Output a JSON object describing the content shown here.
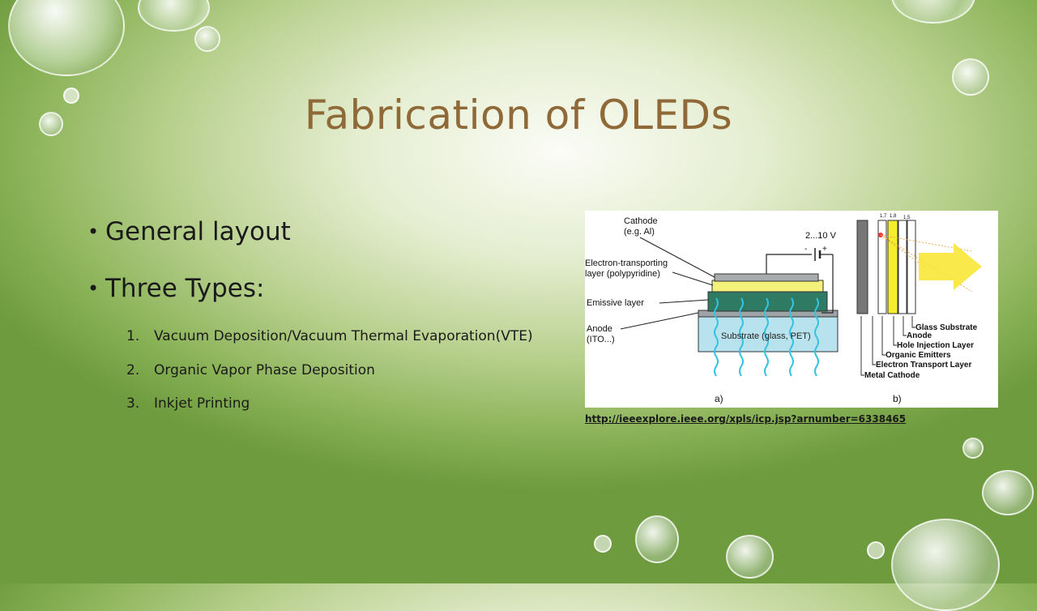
{
  "slide": {
    "title": "Fabrication of OLEDs",
    "bullets": [
      "General layout",
      "Three Types:"
    ],
    "sublist": [
      {
        "num": "1.",
        "text": "Vacuum Deposition/Vacuum Thermal Evaporation(VTE)"
      },
      {
        "num": "2.",
        "text": "Organic Vapor Phase Deposition"
      },
      {
        "num": "3.",
        "text": "Inkjet Printing"
      }
    ],
    "caption": "http://ieeexplore.ieee.org/xpls/icp.jsp?arnumber=6338465"
  },
  "figure": {
    "left_labels": {
      "cathode_1": "Cathode",
      "cathode_2": "(e.g. Al)",
      "etl_1": "Electron-transporting",
      "etl_2": "layer (polypyridine)",
      "emissive": "Emissive layer",
      "anode_1": "Anode",
      "anode_2": "(ITO...)",
      "voltage": "2...10 V",
      "minus": "-",
      "plus": "+",
      "substrate": "Substrate (glass, PET)",
      "panel_a": "a)"
    },
    "right_labels": {
      "top_nums": [
        "1,7",
        "1,8",
        "1,5"
      ],
      "legend": [
        "Glass Substrate",
        "Anode",
        "Hole Injection Layer",
        "Organic Emitters",
        "Electron Transport Layer",
        "Metal Cathode"
      ],
      "panel_b": "b)"
    }
  }
}
